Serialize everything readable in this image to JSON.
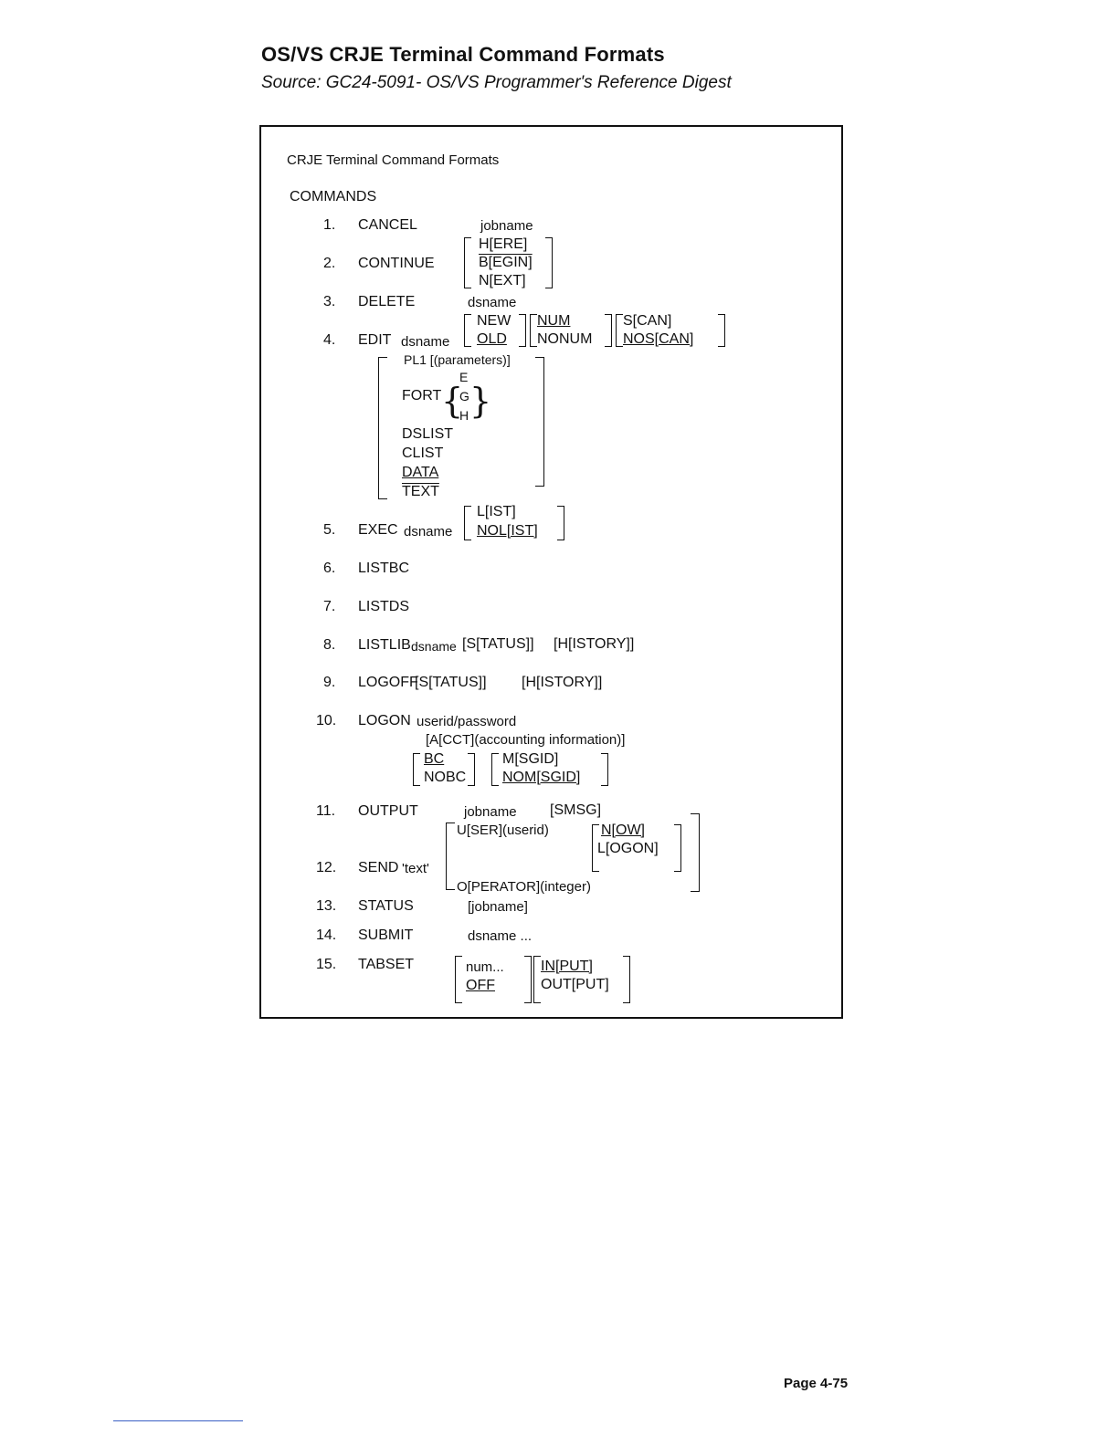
{
  "header": {
    "title": "OS/VS CRJE Terminal Command Formats",
    "source": "Source:  GC24-5091-  OS/VS Programmer's Reference Digest"
  },
  "panel": {
    "heading": "CRJE Terminal Command Formats",
    "section": "COMMANDS",
    "commands": [
      {
        "num": "1.",
        "name": "CANCEL"
      },
      {
        "num": "2.",
        "name": "CONTINUE"
      },
      {
        "num": "3.",
        "name": "DELETE"
      },
      {
        "num": "4.",
        "name": "EDIT"
      },
      {
        "num": "5.",
        "name": "EXEC"
      },
      {
        "num": "6.",
        "name": "LISTBC"
      },
      {
        "num": "7.",
        "name": "LISTDS"
      },
      {
        "num": "8.",
        "name": "LISTLIB"
      },
      {
        "num": "9.",
        "name": "LOGOFF"
      },
      {
        "num": "10.",
        "name": "LOGON"
      },
      {
        "num": "11.",
        "name": "OUTPUT"
      },
      {
        "num": "12.",
        "name": "SEND"
      },
      {
        "num": "13.",
        "name": "STATUS"
      },
      {
        "num": "14.",
        "name": "SUBMIT"
      },
      {
        "num": "15.",
        "name": "TABSET"
      }
    ],
    "operands": {
      "cancel_jobname": "jobname",
      "continue_here": "H[ERE]",
      "continue_begin": "B[EGIN]",
      "continue_next": "N[EXT]",
      "delete_dsname": "dsname",
      "edit_dsname": "dsname",
      "edit_new": "NEW",
      "edit_old": "OLD",
      "edit_num": "NUM",
      "edit_nonum": "NONUM",
      "edit_scan": "S[CAN]",
      "edit_noscan": "NOS[CAN]",
      "edit_pl1": "PL1 [(parameters)]",
      "edit_fort": "FORT",
      "edit_fort_e": "E",
      "edit_fort_g": "G",
      "edit_fort_h": "H",
      "edit_dslist": "DSLIST",
      "edit_clist": "CLIST",
      "edit_data": "DATA",
      "edit_text": "TEXT",
      "exec_dsname": "dsname",
      "exec_list": "L[IST]",
      "exec_nolist": "NOL[IST]",
      "listds_dsname": "dsname",
      "listds_status": "[S[TATUS]]",
      "listds_history": "[H[ISTORY]]",
      "listlib_status": "[S[TATUS]]",
      "listlib_history": "[H[ISTORY]]",
      "logon_userid": "userid/password",
      "logon_acct": "[A[CCT](accounting information)]",
      "logon_bc": "BC",
      "logon_nobc": "NOBC",
      "logon_msgid": "M[SGID]",
      "logon_nomsgid": "NOM[SGID]",
      "output_jobname": "jobname",
      "output_smsg": "[SMSG]",
      "send_text": "'text'",
      "send_user": "U[SER](userid)",
      "send_now": "N[OW]",
      "send_logon": "L[OGON]",
      "send_operator": "O[PERATOR](integer)",
      "status_jobname": "[jobname]",
      "submit_dsname": "dsname ...",
      "tabset_num": "num...",
      "tabset_off": "OFF",
      "tabset_input": "IN[PUT]",
      "tabset_output": "OUT[PUT]"
    }
  },
  "footer": {
    "page": "Page 4-75"
  }
}
